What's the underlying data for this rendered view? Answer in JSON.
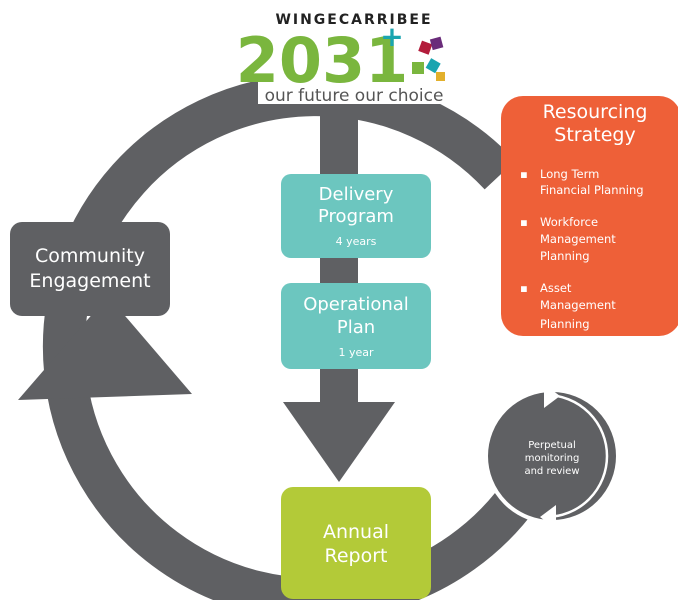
{
  "logo": {
    "name": "WINGECARRIBEE",
    "year": "2031",
    "plus": "+",
    "tagline": "our future our choice"
  },
  "community": {
    "line1": "Community",
    "line2": "Engagement"
  },
  "delivery": {
    "line1": "Delivery",
    "line2": "Program",
    "sub": "4 years"
  },
  "operational": {
    "line1": "Operational",
    "line2": "Plan",
    "sub": "1 year"
  },
  "resourcing": {
    "line1": "Resourcing",
    "line2": "Strategy",
    "items": [
      {
        "bullet": "▪",
        "line1": "Long Term",
        "line2": "Financial Planning"
      },
      {
        "bullet": "▪",
        "line1": "Workforce",
        "line2": "Management",
        "line3": "Planning"
      },
      {
        "bullet": "▪",
        "line1": "Asset",
        "line2": "Management",
        "line3": "Planning"
      }
    ]
  },
  "monitoring": {
    "line1": "Perpetual",
    "line2": "monitoring",
    "line3": "and review"
  },
  "annual": {
    "line1": "Annual",
    "line2": "Report"
  },
  "colors": {
    "ring": "#5f6063",
    "teal": "#6cc6bf",
    "orange": "#ee6038",
    "green": "#b3ca38",
    "logo_green": "#7ab63e",
    "logo_red": "#b31d3b",
    "logo_teal": "#1aa5b0"
  }
}
